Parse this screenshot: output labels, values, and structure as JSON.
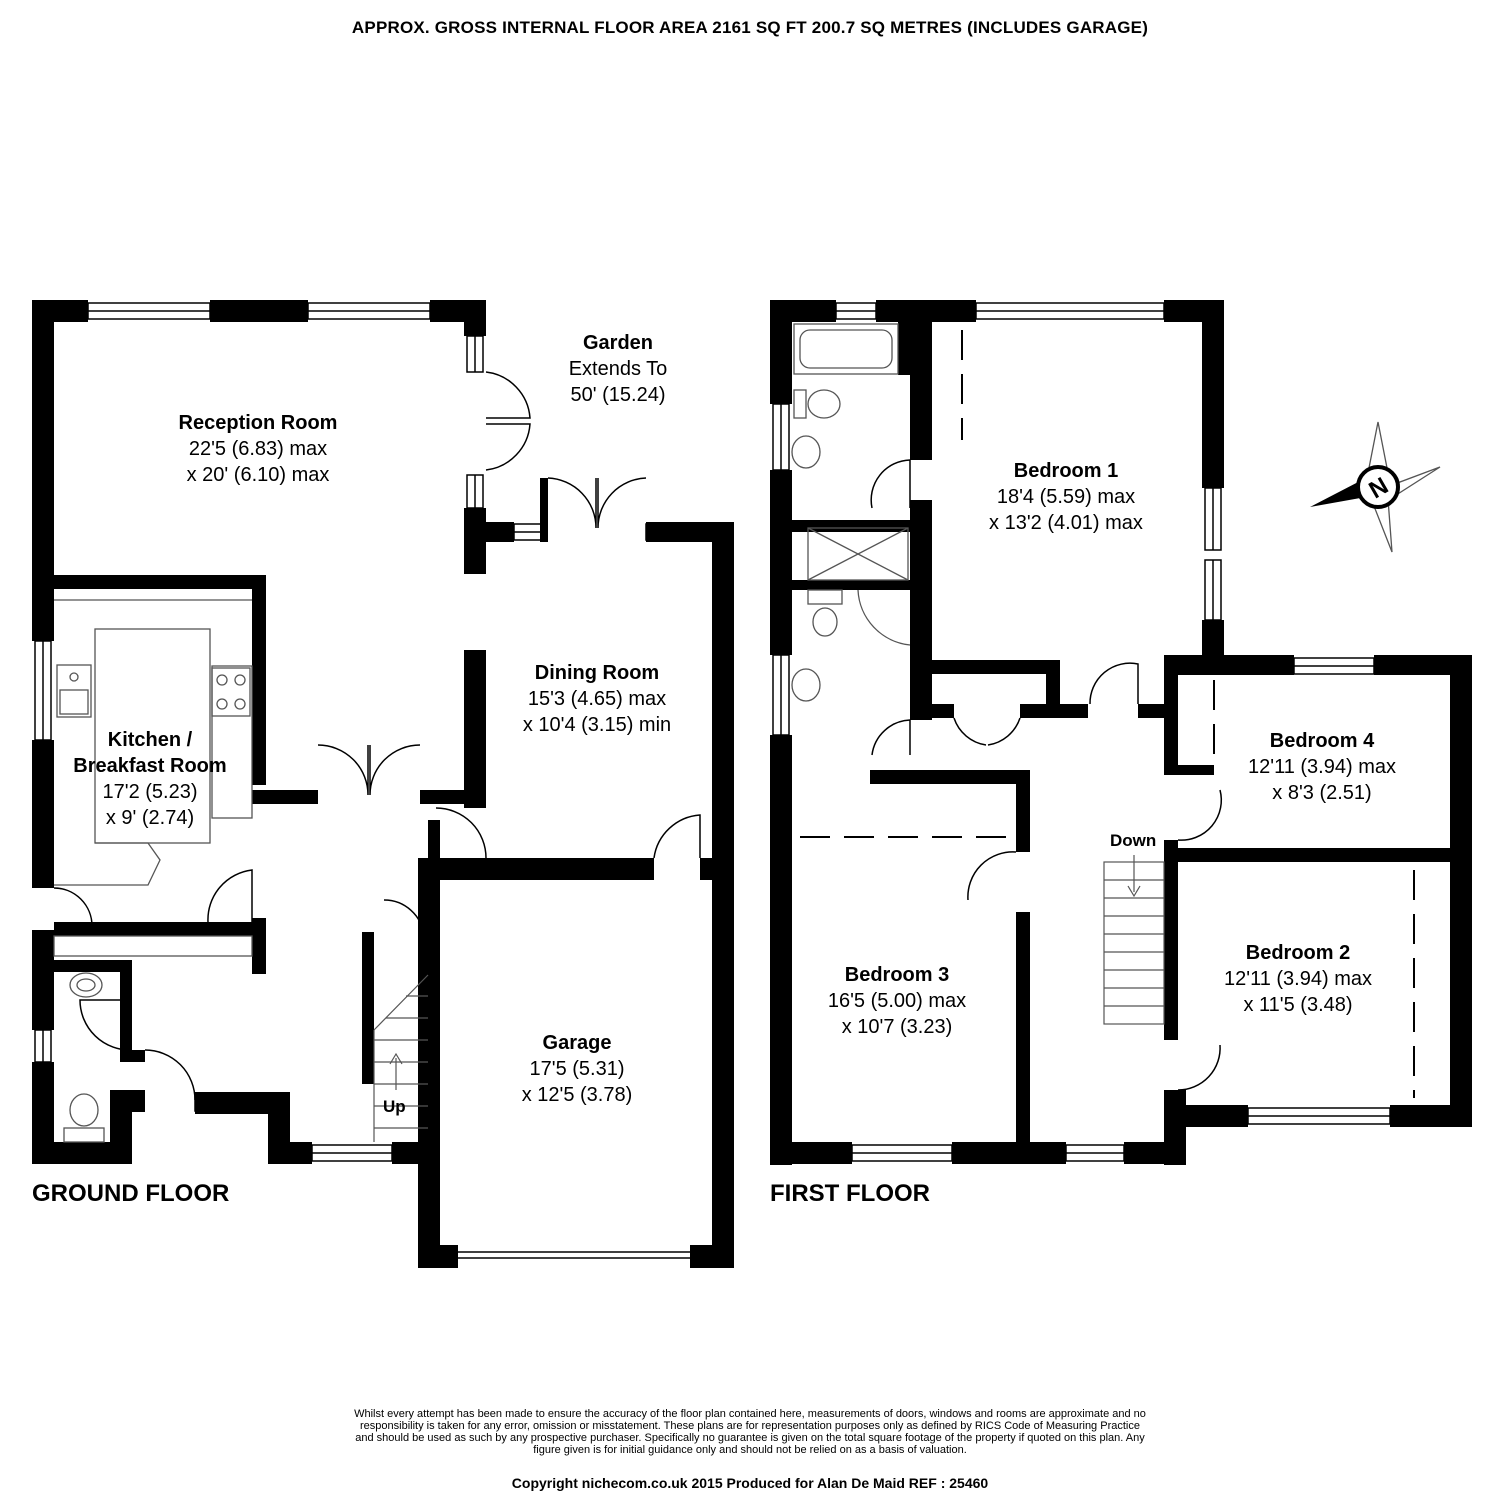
{
  "header": "APPROX. GROSS INTERNAL FLOOR AREA 2161 SQ FT 200.7 SQ METRES (INCLUDES GARAGE)",
  "floors": {
    "ground": "GROUND FLOOR",
    "first": "FIRST FLOOR"
  },
  "rooms": {
    "reception": {
      "name": "Reception Room",
      "dim1": "22'5 (6.83) max",
      "dim2": "x 20' (6.10) max"
    },
    "garden": {
      "name": "Garden",
      "dim1": "Extends To",
      "dim2": "50' (15.24)"
    },
    "kitchen": {
      "name1": "Kitchen /",
      "name2": "Breakfast Room",
      "dim1": "17'2 (5.23)",
      "dim2": "x 9' (2.74)"
    },
    "dining": {
      "name": "Dining Room",
      "dim1": "15'3 (4.65) max",
      "dim2": "x 10'4 (3.15) min"
    },
    "garage": {
      "name": "Garage",
      "dim1": "17'5 (5.31)",
      "dim2": "x 12'5 (3.78)"
    },
    "bedroom1": {
      "name": "Bedroom 1",
      "dim1": "18'4 (5.59) max",
      "dim2": "x 13'2 (4.01) max"
    },
    "bedroom4": {
      "name": "Bedroom 4",
      "dim1": "12'11 (3.94) max",
      "dim2": "x 8'3 (2.51)"
    },
    "bedroom3": {
      "name": "Bedroom 3",
      "dim1": "16'5 (5.00) max",
      "dim2": "x 10'7 (3.23)"
    },
    "bedroom2": {
      "name": "Bedroom 2",
      "dim1": "12'11 (3.94) max",
      "dim2": "x 11'5 (3.48)"
    }
  },
  "stairs": {
    "up": "Up",
    "down": "Down"
  },
  "compass": {
    "letter": "N",
    "icon": "compass-rose-icon"
  },
  "disclaimer": "Whilst every attempt has been made to ensure the accuracy of the floor plan contained here, measurements of doors, windows and rooms are approximate and no responsibility is taken for any error, omission or misstatement. These plans are for representation purposes only as defined by RICS Code of Measuring Practice and should be used as such by any prospective purchaser. Specifically no guarantee is given on the total square footage of the property if quoted on this plan. Any figure given is for initial guidance only and should not be relied on as a basis of valuation.",
  "copyright": "Copyright nichecom.co.uk 2015   Produced for Alan De Maid   REF :  25460",
  "colors": {
    "wall": "#000000",
    "background": "#ffffff",
    "fixture": "#555555"
  }
}
